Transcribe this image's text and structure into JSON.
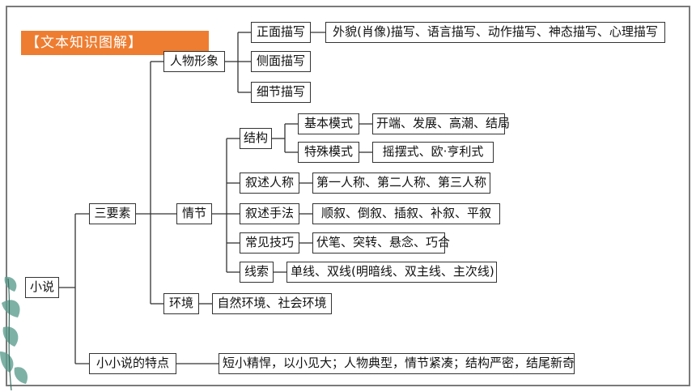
{
  "header": {
    "title": "【文本知识图解】"
  },
  "nodes": {
    "root": "小说",
    "three_elements": "三要素",
    "features_label": "小小说的特点",
    "features_value": "短小精悍，以小见大；人物典型，情节紧凑；结构严密，结尾新奇",
    "character": "人物形象",
    "frontal": "正面描写",
    "frontal_detail": "外貌(肖像)描写、语言描写、动作描写、神态描写、心理描写",
    "side": "侧面描写",
    "detail": "细节描写",
    "plot": "情节",
    "structure": "结构",
    "basic_mode": "基本模式",
    "basic_mode_detail": "开端、发展、高潮、结局",
    "special_mode": "特殊模式",
    "special_mode_detail": "摇摆式、欧·亨利式",
    "narrative_person": "叙述人称",
    "narrative_person_detail": "第一人称、第二人称、第三人称",
    "narrative_method": "叙述手法",
    "narrative_method_detail": "顺叙、倒叙、插叙、补叙、平叙",
    "techniques": "常见技巧",
    "techniques_detail": "伏笔、突转、悬念、巧合",
    "clue": "线索",
    "clue_detail": "单线、双线(明暗线、双主线、主次线)",
    "environment": "环境",
    "environment_detail": "自然环境、社会环境"
  },
  "colors": {
    "banner": "#ee7d31",
    "line": "#333333",
    "plant": "#4a8a7a"
  }
}
